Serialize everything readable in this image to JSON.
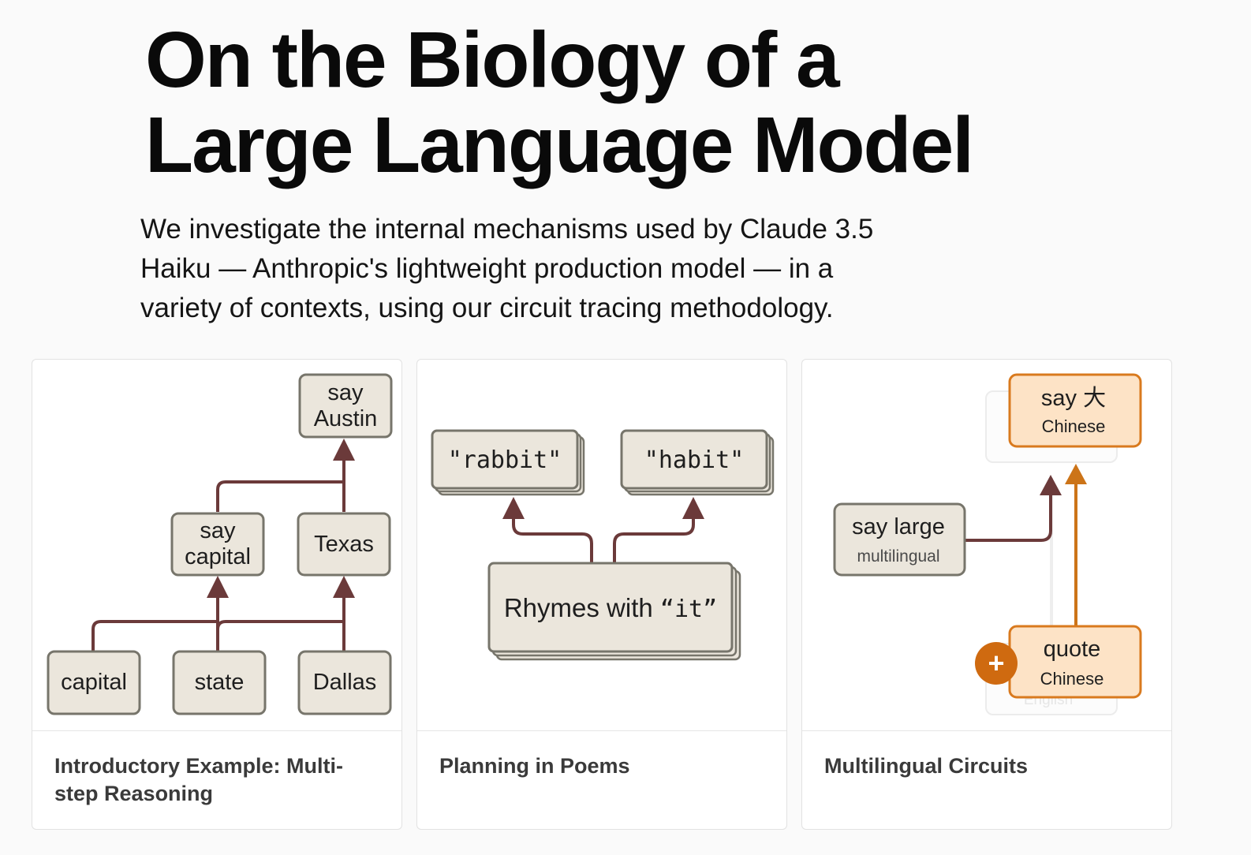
{
  "page": {
    "title_line1": "On the Biology of a",
    "title_line2": "Large Language Model",
    "abstract": "We investigate the internal mechanisms used by Claude 3.5 Haiku — Anthropic's lightweight production model — in a variety of contexts, using our circuit tracing methodology."
  },
  "colors": {
    "node_fill": "#ebe6dc",
    "node_border": "#77756b",
    "edge": "#6b3a3a",
    "accent_fill": "#fde3c6",
    "accent_border": "#d97a1e",
    "accent_edge": "#cc7418",
    "plus_badge": "#cf6a10"
  },
  "cards": [
    {
      "caption": "Introductory Example: Multi-step Reasoning",
      "nodes": {
        "say_austin_1": "say",
        "say_austin_2": "Austin",
        "say_capital_1": "say",
        "say_capital_2": "capital",
        "texas": "Texas",
        "capital": "capital",
        "state": "state",
        "dallas": "Dallas"
      }
    },
    {
      "caption": "Planning in Poems",
      "nodes": {
        "rabbit": "\"rabbit\"",
        "habit": "\"habit\"",
        "rhymes_prefix": "Rhymes with ",
        "rhymes_code": "“it”"
      }
    },
    {
      "caption": "Multilingual Circuits",
      "nodes": {
        "say_da_main": "say 大",
        "say_da_sub": "Chinese",
        "say_large_main": "say large",
        "say_large_sub": "multilingual",
        "quote_main": "quote",
        "quote_sub": "Chinese",
        "ghost_english": "English",
        "plus": "+"
      }
    }
  ]
}
